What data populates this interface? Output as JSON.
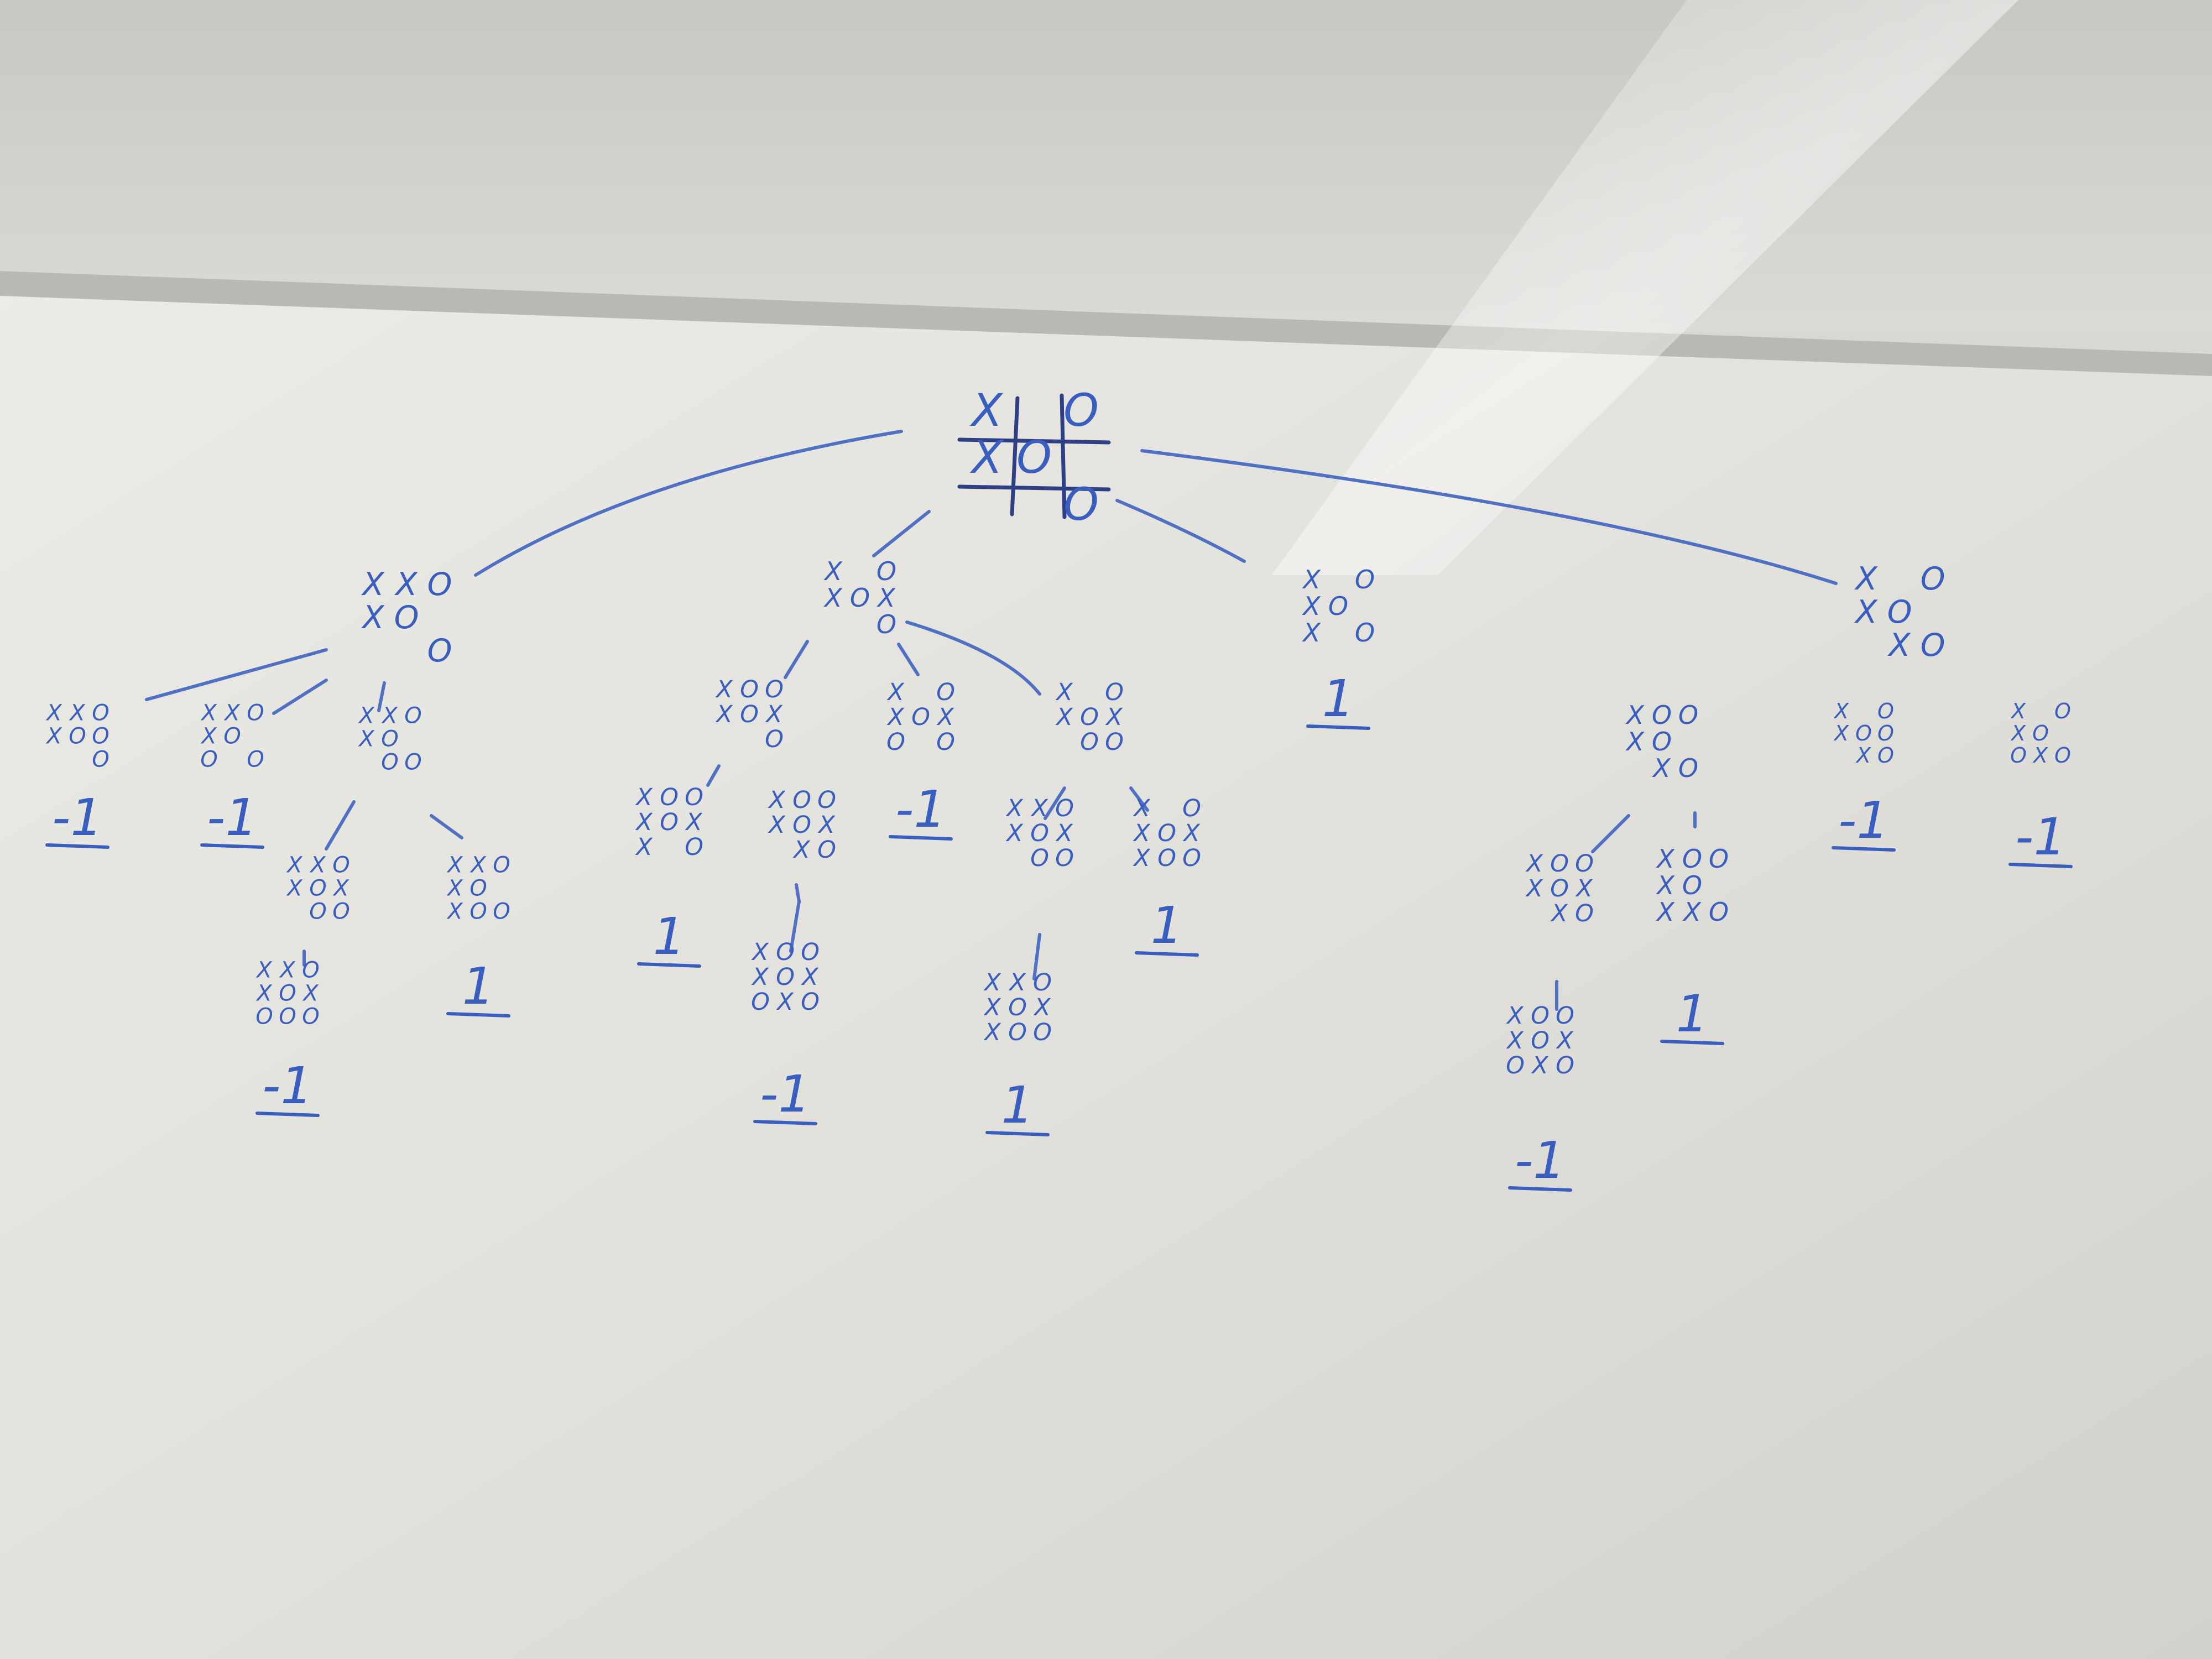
{
  "root": {
    "board": [
      "X",
      "",
      "O",
      "X",
      "O",
      "",
      "",
      "",
      "O"
    ]
  },
  "nodes": [
    {
      "id": "A",
      "board": [
        "X",
        "X",
        "O",
        "X",
        "O",
        "",
        "",
        "",
        "O"
      ]
    },
    {
      "id": "A1",
      "board": [
        "X",
        "X",
        "O",
        "X",
        "O",
        "O",
        "",
        "",
        "O"
      ],
      "score": "-1"
    },
    {
      "id": "A2",
      "board": [
        "X",
        "X",
        "O",
        "X",
        "O",
        "",
        "O",
        "",
        "O"
      ],
      "score": "-1"
    },
    {
      "id": "A3",
      "board": [
        "X",
        "X",
        "O",
        "X",
        "O",
        "",
        "",
        "O",
        "O"
      ]
    },
    {
      "id": "A3a",
      "board": [
        "X",
        "X",
        "O",
        "X",
        "O",
        "X",
        "",
        "O",
        "O"
      ]
    },
    {
      "id": "A3a1",
      "board": [
        "X",
        "X",
        "O",
        "X",
        "O",
        "X",
        "O",
        "O",
        "O"
      ],
      "score": "-1"
    },
    {
      "id": "A3b",
      "board": [
        "X",
        "X",
        "O",
        "X",
        "O",
        "",
        "X",
        "O",
        "O"
      ],
      "score": "1"
    },
    {
      "id": "B",
      "board": [
        "X",
        "",
        "O",
        "X",
        "O",
        "X",
        "",
        "",
        "O"
      ]
    },
    {
      "id": "B1",
      "board": [
        "X",
        "O",
        "O",
        "X",
        "O",
        "X",
        "",
        "",
        "O"
      ]
    },
    {
      "id": "B1a",
      "board": [
        "X",
        "O",
        "O",
        "X",
        "O",
        "X",
        "X",
        "",
        "O"
      ],
      "score": "1"
    },
    {
      "id": "B1b",
      "board": [
        "X",
        "O",
        "O",
        "X",
        "O",
        "X",
        "",
        "X",
        "O"
      ]
    },
    {
      "id": "B1b1",
      "board": [
        "X",
        "O",
        "O",
        "X",
        "O",
        "X",
        "O",
        "X",
        "O"
      ],
      "score": "-1"
    },
    {
      "id": "B2",
      "board": [
        "X",
        "",
        "O",
        "X",
        "O",
        "X",
        "O",
        "",
        "O"
      ],
      "score": "-1"
    },
    {
      "id": "B3",
      "board": [
        "X",
        "",
        "O",
        "X",
        "O",
        "X",
        "",
        "O",
        "O"
      ]
    },
    {
      "id": "B3a",
      "board": [
        "X",
        "X",
        "O",
        "X",
        "O",
        "X",
        "",
        "O",
        "O"
      ]
    },
    {
      "id": "B3a1",
      "board": [
        "X",
        "X",
        "O",
        "X",
        "O",
        "X",
        "X",
        "O",
        "O"
      ],
      "score": "1"
    },
    {
      "id": "B3b",
      "board": [
        "X",
        "",
        "O",
        "X",
        "O",
        "X",
        "X",
        "O",
        "O"
      ],
      "score": "1"
    },
    {
      "id": "C",
      "board": [
        "X",
        "",
        "O",
        "X",
        "O",
        "",
        "X",
        "",
        "O"
      ],
      "score": "1"
    },
    {
      "id": "D",
      "board": [
        "X",
        "",
        "O",
        "X",
        "O",
        "",
        "",
        "X",
        "O"
      ]
    },
    {
      "id": "D1",
      "board": [
        "X",
        "O",
        "O",
        "X",
        "O",
        "",
        "",
        "X",
        "O"
      ]
    },
    {
      "id": "D1a",
      "board": [
        "X",
        "O",
        "O",
        "X",
        "O",
        "X",
        "",
        "X",
        "O"
      ]
    },
    {
      "id": "D1a1",
      "board": [
        "X",
        "O",
        "O",
        "X",
        "O",
        "X",
        "O",
        "X",
        "O"
      ],
      "score": "-1"
    },
    {
      "id": "D1b",
      "board": [
        "X",
        "O",
        "O",
        "X",
        "O",
        "",
        "X",
        "X",
        "O"
      ],
      "score": "1"
    },
    {
      "id": "D2",
      "board": [
        "X",
        "",
        "O",
        "X",
        "O",
        "O",
        "",
        "X",
        "O"
      ],
      "score": "-1"
    },
    {
      "id": "D3",
      "board": [
        "X",
        "",
        "O",
        "X",
        "O",
        "",
        "O",
        "X",
        "O"
      ],
      "score": "-1"
    }
  ],
  "colors": {
    "ink": "#3a5ec0",
    "frame": "#b9b9b4",
    "board": "#e5e5e1"
  }
}
